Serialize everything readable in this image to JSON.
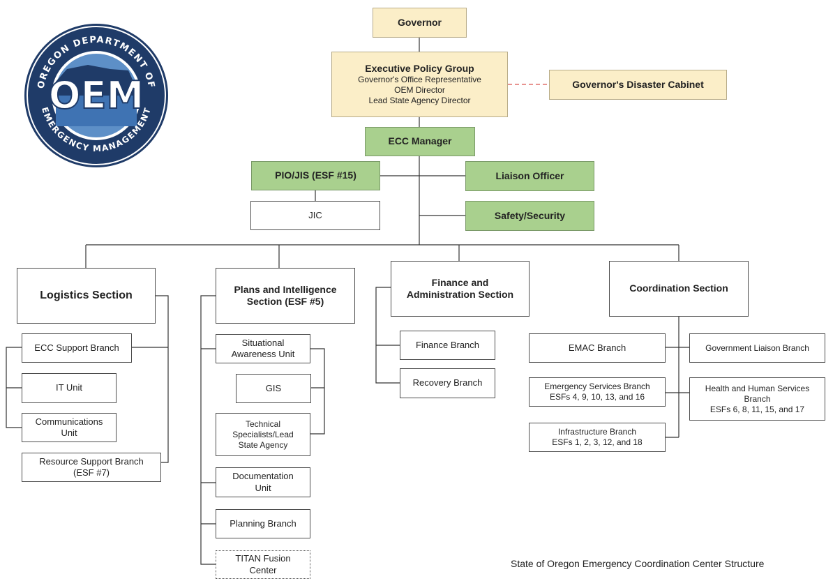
{
  "logo": {
    "arc_top": "OREGON DEPARTMENT OF",
    "arc_bottom": "EMERGENCY MANAGEMENT",
    "wordmark": "OEM"
  },
  "governor": "Governor",
  "executive_policy_group": {
    "title": "Executive Policy Group",
    "members": [
      "Governor's Office Representative",
      "OEM Director",
      "Lead State Agency Director"
    ]
  },
  "disaster_cabinet": "Governor's Disaster Cabinet",
  "ecc_manager": "ECC Manager",
  "pio_jis": "PIO/JIS (ESF #15)",
  "jic": "JIC",
  "liaison_officer": "Liaison Officer",
  "safety_security": "Safety/Security",
  "logistics": {
    "title": "Logistics Section",
    "ecc_support_branch": "ECC Support Branch",
    "it_unit": "IT Unit",
    "communications_unit": [
      "Communications",
      "Unit"
    ],
    "resource_support_branch": [
      "Resource Support Branch",
      "(ESF #7)"
    ]
  },
  "plans": {
    "title": [
      "Plans and Intelligence",
      "Section (ESF #5)"
    ],
    "situational_awareness_unit": [
      "Situational",
      "Awareness Unit"
    ],
    "gis": "GIS",
    "technical_specialists": [
      "Technical",
      "Specialists/Lead",
      "State Agency"
    ],
    "documentation_unit": [
      "Documentation",
      "Unit"
    ],
    "planning_branch": "Planning Branch",
    "titan_fusion_center": [
      "TITAN Fusion",
      "Center"
    ]
  },
  "finance": {
    "title": [
      "Finance and",
      "Administration Section"
    ],
    "finance_branch": "Finance Branch",
    "recovery_branch": "Recovery Branch"
  },
  "coordination": {
    "title": "Coordination Section",
    "emac_branch": "EMAC Branch",
    "government_liaison_branch": "Government Liaison Branch",
    "emergency_services_branch": [
      "Emergency Services Branch",
      "ESFs 4, 9, 10, 13, and 16"
    ],
    "health_human_services_branch": [
      "Health and Human Services",
      "Branch",
      "ESFs 6, 8, 11, 15, and 17"
    ],
    "infrastructure_branch": [
      "Infrastructure Branch",
      "ESFs 1, 2, 3, 12, and 18"
    ]
  },
  "footer": "State of Oregon Emergency Coordination Center Structure",
  "colors": {
    "executive_fill": "#fbeec8",
    "command_fill": "#a9d08e",
    "logo_navy": "#1f3b68",
    "dashed_link": "#d9534f"
  }
}
